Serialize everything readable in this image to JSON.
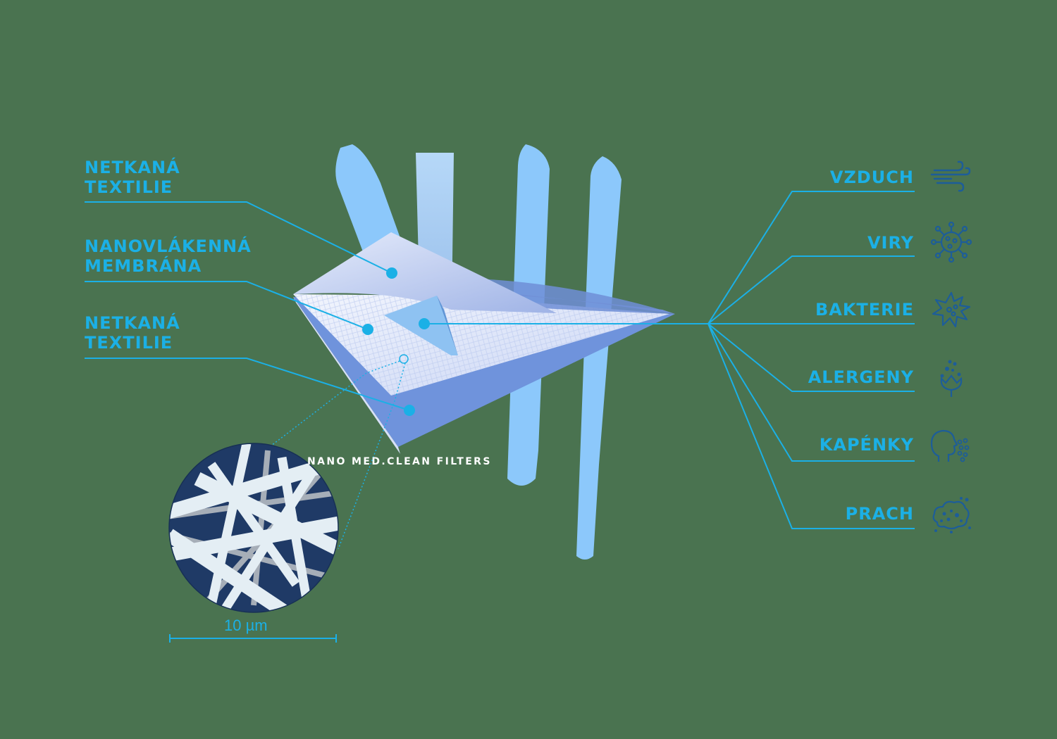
{
  "colors": {
    "background": "#4a7350",
    "accent": "#1bb0e6",
    "icon": "#1d5d99",
    "stripe": "#8cc8fb",
    "layer_top": "#d5dff7",
    "layer_mid": "#e8eefb",
    "layer_bottom": "#6f93dc",
    "fiber_bg": "#1f3a66",
    "fiber": "#e4eef4"
  },
  "layers": [
    {
      "id": "outer-top",
      "label_line1": "NETKANÁ",
      "label_line2": "TEXTILIE"
    },
    {
      "id": "nano-membrane",
      "label_line1": "NANOVLÁKENNÁ",
      "label_line2": "MEMBRÁNA"
    },
    {
      "id": "outer-bottom",
      "label_line1": "NETKANÁ",
      "label_line2": "TEXTILIE"
    }
  ],
  "filtered": [
    {
      "label": "VZDUCH",
      "icon": "wind-icon"
    },
    {
      "label": "VIRY",
      "icon": "virus-icon"
    },
    {
      "label": "BAKTERIE",
      "icon": "bacteria-icon"
    },
    {
      "label": "ALERGENY",
      "icon": "pollen-flower-icon"
    },
    {
      "label": "KAPÉNKY",
      "icon": "cough-droplets-icon"
    },
    {
      "label": "PRACH",
      "icon": "dust-cloud-icon"
    }
  ],
  "brand": "NANO MED.CLEAN FILTERS",
  "scale": {
    "label": "10 µm"
  }
}
